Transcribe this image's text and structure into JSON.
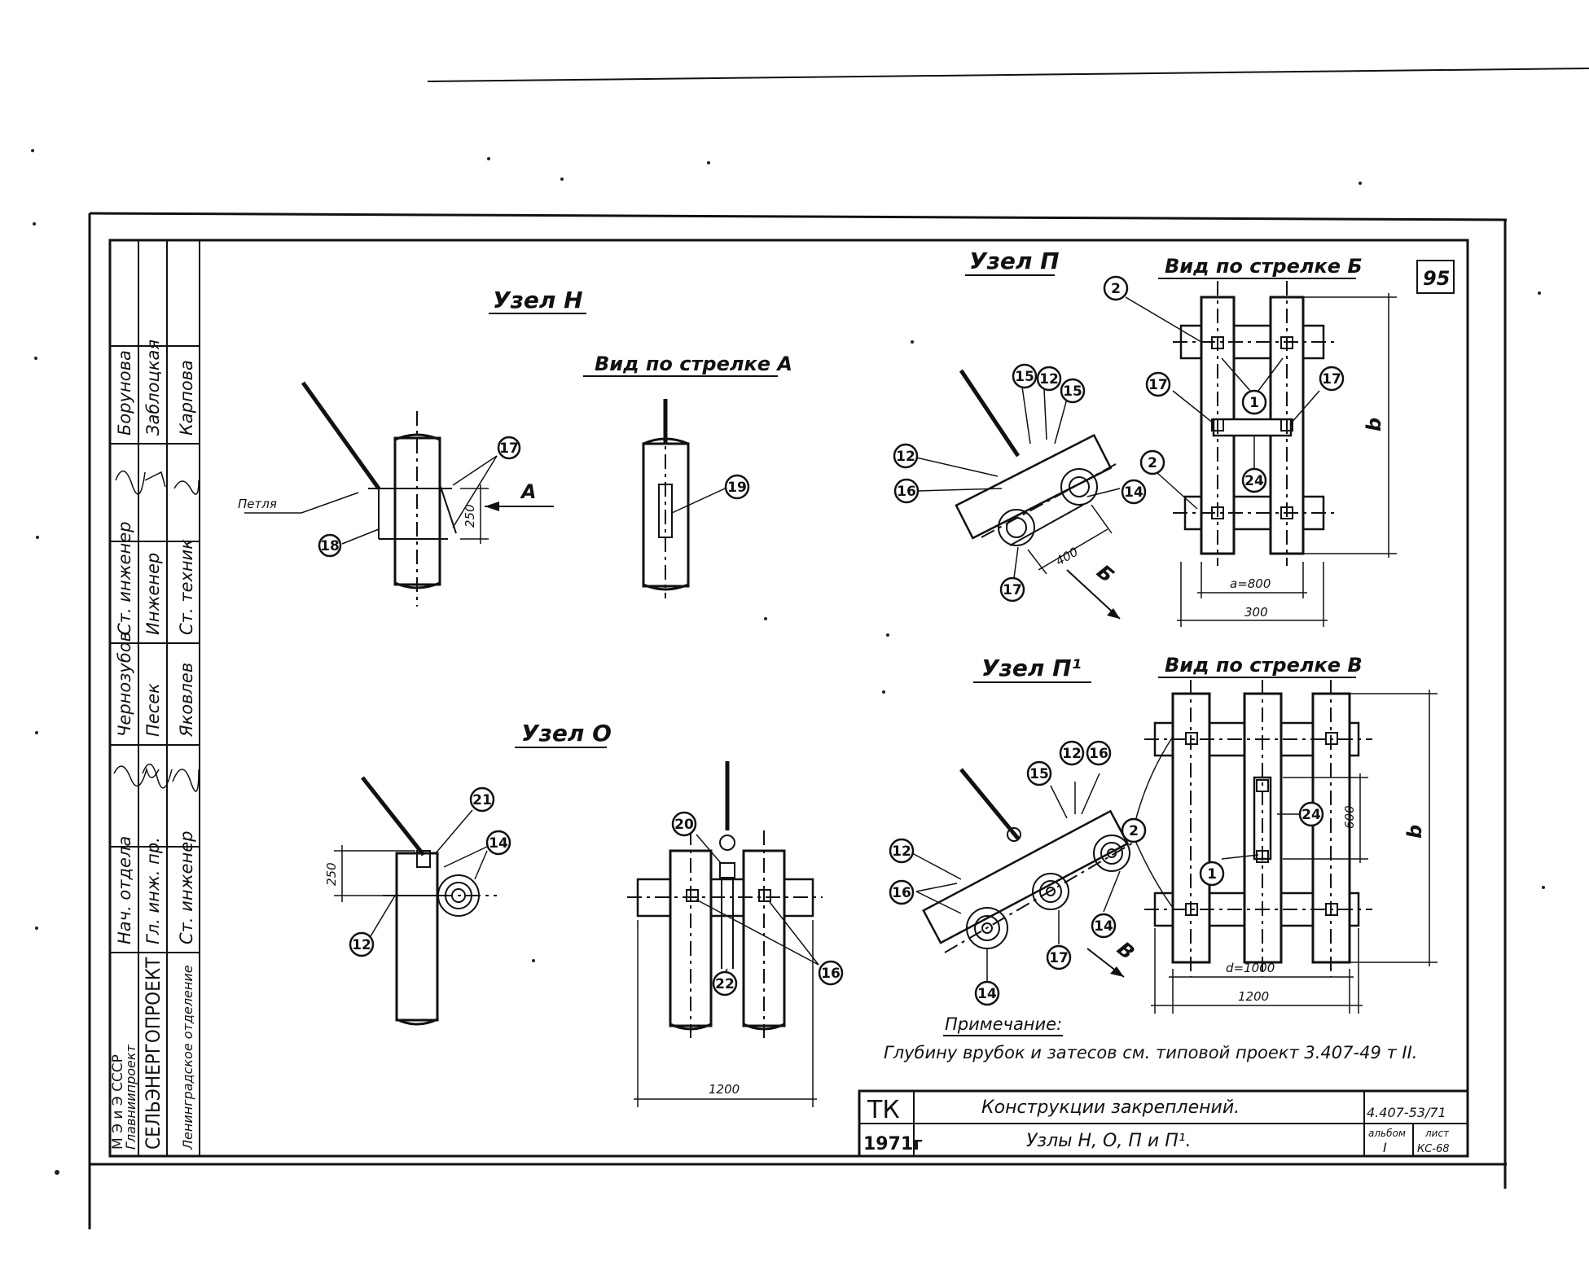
{
  "sheet_number": "95",
  "nodes": {
    "n": {
      "title": "Узел  Н",
      "view_title": "Вид по стрелке А",
      "arrow_label": "А",
      "loop_label": "Петля",
      "dim_label": "250",
      "callouts": [
        "17",
        "18",
        "19"
      ]
    },
    "o": {
      "title": "Узел  О",
      "dim_label_a": "250",
      "dim_label_b": "1200",
      "callouts": [
        "21",
        "14",
        "12",
        "20",
        "22",
        "16"
      ]
    },
    "p": {
      "title": "Узел П",
      "view_title": "Вид по стрелке Б",
      "arrow_label": "Б",
      "dim_a": "а=800",
      "dim_b": "300",
      "dim_diag": "400",
      "dim_vert": "b",
      "callouts": [
        "15",
        "12",
        "15",
        "12",
        "16",
        "14",
        "17",
        "2",
        "1",
        "17",
        "17",
        "2",
        "24"
      ]
    },
    "p1": {
      "title": "Узел П¹",
      "view_title": "Вид по стрелке В",
      "arrow_label": "В",
      "dim_a": "d=1000",
      "dim_b": "1200",
      "dim_vert": "600",
      "dim_vert2": "b",
      "callouts": [
        "12",
        "16",
        "15",
        "12",
        "16",
        "14",
        "17",
        "14",
        "2",
        "24",
        "1"
      ]
    }
  },
  "note": {
    "heading": "Примечание:",
    "text": "Глубину врубок и затесов см. типовой проект 3.407-49 т II."
  },
  "title_block": {
    "code_left": "ТК",
    "year": "1971г",
    "title_line1": "Конструкции   закреплений.",
    "title_line2": "Узлы   Н, О, П и П¹.",
    "doc_number": "4.407-53/71",
    "album_label": "альбом",
    "album_value": "I",
    "sheet_label": "лист",
    "sheet_value": "КС-68"
  },
  "left_stamp": {
    "org_line1": "М Э  и  Э  СССР",
    "org_line2": "Главниипроект",
    "org_line3": "СЕЛЬЭНЕРГОПРОЕКТ",
    "org_line4": "Ленинградское отделение",
    "rows": [
      {
        "role": "Нач. отдела",
        "name": "Чернозубов"
      },
      {
        "role": "Гл. инж. пр.",
        "name": "Песек"
      },
      {
        "role": "Ст. инженер",
        "name": "Яковлев"
      },
      {
        "role": "Ст. инженер",
        "name": "Борунова"
      },
      {
        "role": "Инженер",
        "name": "Заблоцкая"
      },
      {
        "role": "Ст. техник",
        "name": "Карпова"
      }
    ]
  }
}
